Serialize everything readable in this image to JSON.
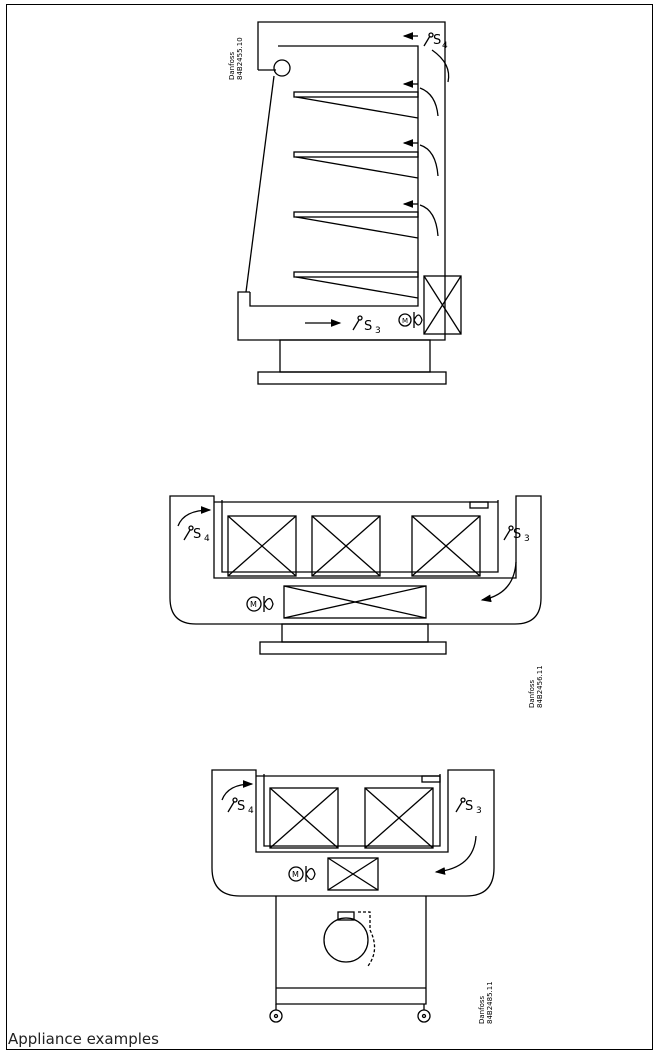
{
  "caption": "Appliance examples",
  "figures": [
    {
      "ref_company": "Danfoss",
      "ref_code": "84B2455.10",
      "sensors": [
        "S",
        "4",
        "S",
        "3"
      ],
      "motor": "M"
    },
    {
      "ref_company": "Danfoss",
      "ref_code": "84B2456.11",
      "sensors": [
        "S",
        "4",
        "S",
        "3"
      ],
      "motor": "M"
    },
    {
      "ref_company": "Danfoss",
      "ref_code": "84B2485.11",
      "sensors": [
        "S",
        "4",
        "S",
        "3"
      ],
      "motor": "M"
    }
  ]
}
